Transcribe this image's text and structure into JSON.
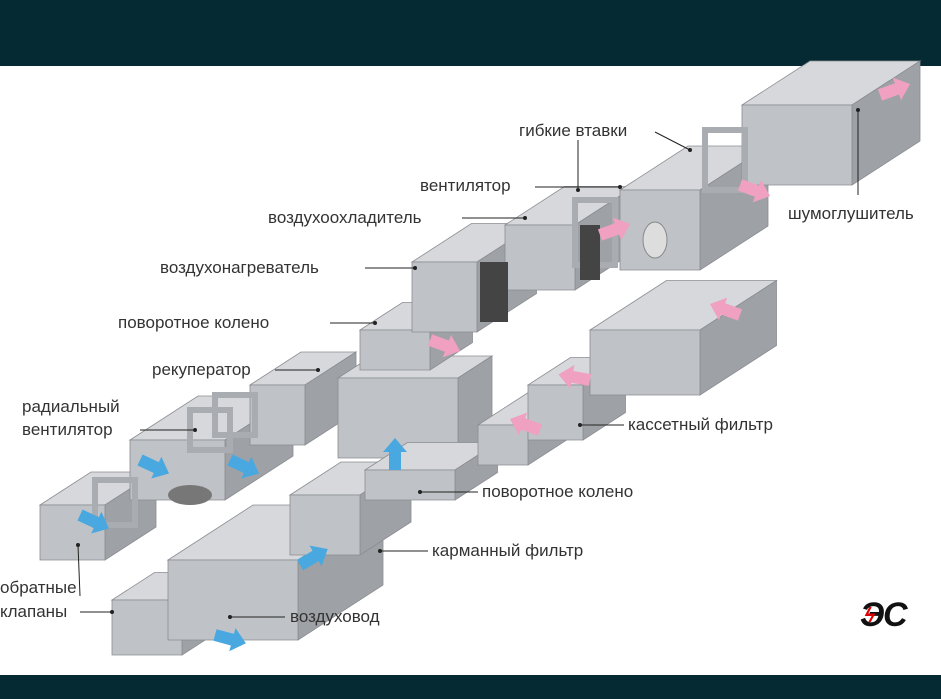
{
  "labels": {
    "flex_inserts": "гибкие втавки",
    "fan": "вентилятор",
    "air_cooler": "воздухоохладитель",
    "air_heater": "воздухонагреватель",
    "elbow_top": "поворотное колено",
    "recuperator": "рекуператор",
    "radial_fan_1": "радиальный",
    "radial_fan_2": "вентилятор",
    "check_valves_1": "обратные",
    "check_valves_2": "клапаны",
    "air_duct": "воздуховод",
    "pocket_filter": "карманный фильтр",
    "elbow_bottom": "поворотное колено",
    "cassette_filter": "кассетный фильтр",
    "silencer": "шумоглушитель"
  },
  "logo_text": "ЭС",
  "colors": {
    "header": "#062a33",
    "duct": "#b9bcc0",
    "supply_arrow": "#4aa8e0",
    "exhaust_arrow": "#f0a0c0"
  }
}
